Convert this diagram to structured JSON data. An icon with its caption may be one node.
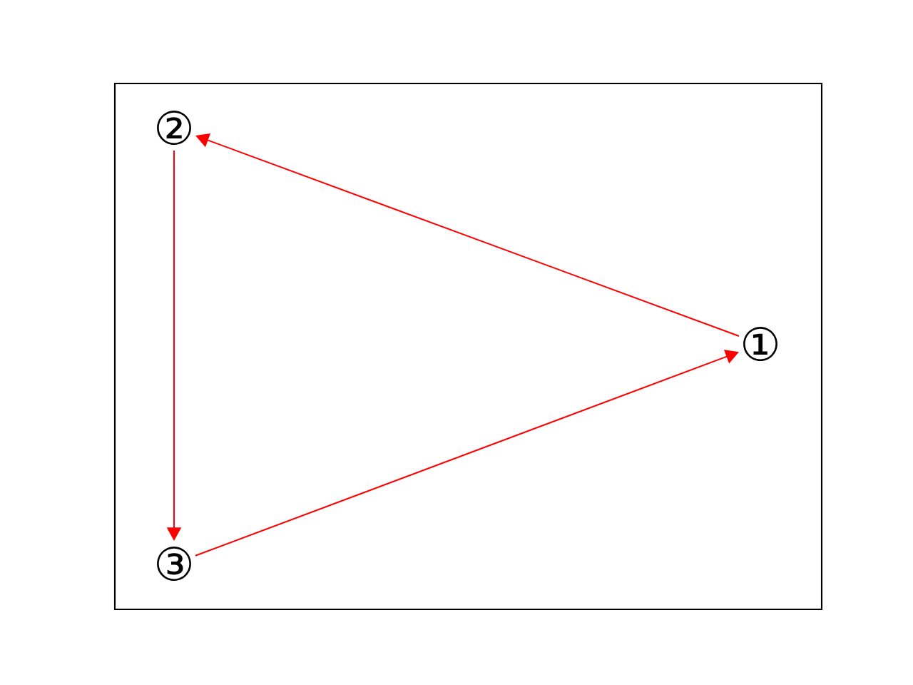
{
  "diagram": {
    "nodes": [
      {
        "text": [
          "②"
        ]
      },
      {
        "text": [
          "①"
        ]
      },
      {
        "text": [
          "③"
        ]
      }
    ],
    "edges": [
      {
        "from": 1,
        "to": 0,
        "arrow": "to"
      },
      {
        "from": 0,
        "to": 2,
        "arrow": "to"
      },
      {
        "from": 2,
        "to": 1,
        "arrow": "to"
      }
    ]
  }
}
